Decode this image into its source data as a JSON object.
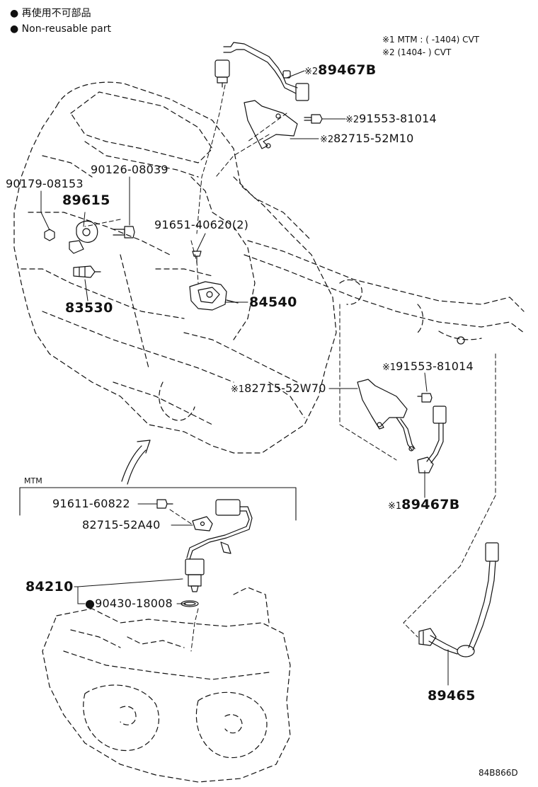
{
  "legend": {
    "dot": "●",
    "line1": "再使用不可部品",
    "line2": "Non-reusable part"
  },
  "notes": {
    "note1": "※1  MTM : (        -1404) CVT",
    "note2": "※2 (1404-        ) CVT"
  },
  "section_label": "MTM",
  "diagram_code": "84B866D",
  "marks": {
    "ref1": "※1",
    "ref2": "※2",
    "non_reusable": "●"
  },
  "parts": {
    "p89467b_top": "89467B",
    "p91553_top": "91553-81014",
    "p82715_52m10": "82715-52M10",
    "p90126": "90126-08039",
    "p90179": "90179-08153",
    "p89615": "89615",
    "p91651": "91651-40620(2)",
    "p84540": "84540",
    "p83530": "83530",
    "p91553_mid": "91553-81014",
    "p82715_52w70": "82715-52W70",
    "p89467b_bot": "89467B",
    "p91611": "91611-60822",
    "p82715_52a40": "82715-52A40",
    "p84210": "84210",
    "p90430": "90430-18008",
    "p89465": "89465"
  },
  "colors": {
    "ink": "#111111",
    "background": "#ffffff"
  }
}
